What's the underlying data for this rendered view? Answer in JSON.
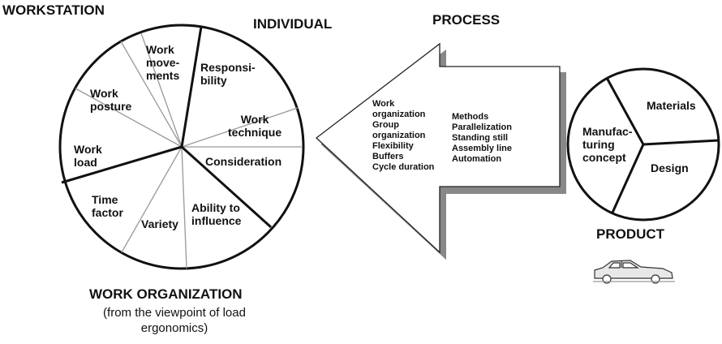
{
  "headings": {
    "workstation": "WORKSTATION",
    "individual": "INDIVIDUAL",
    "process": "PROCESS",
    "product": "PRODUCT",
    "work_organization": "WORK ORGANIZATION",
    "work_organization_sub_1": "(from the viewpoint of load",
    "work_organization_sub_2": "ergonomics)"
  },
  "left_circle": {
    "work_movements": [
      "Work",
      "move-",
      "ments"
    ],
    "responsibility": [
      "Responsi-",
      "bility"
    ],
    "work_technique": [
      "Work",
      "technique"
    ],
    "consideration": "Consideration",
    "ability_to_influence": [
      "Ability to",
      "influence"
    ],
    "variety": "Variety",
    "time_factor": [
      "Time",
      "factor"
    ],
    "work_load": [
      "Work",
      "load"
    ],
    "work_posture": [
      "Work",
      "posture"
    ]
  },
  "process_arrow": {
    "left_column": [
      "Work",
      "organization",
      "Group",
      "organization",
      "Flexibility",
      "Buffers",
      "Cycle duration"
    ],
    "right_column": [
      "Methods",
      "Parallelization",
      "Standing still",
      "Assembly line",
      "Automation"
    ]
  },
  "right_circle": {
    "materials": "Materials",
    "manufacturing_concept": [
      "Manufac-",
      "turing",
      "concept"
    ],
    "design": "Design"
  }
}
